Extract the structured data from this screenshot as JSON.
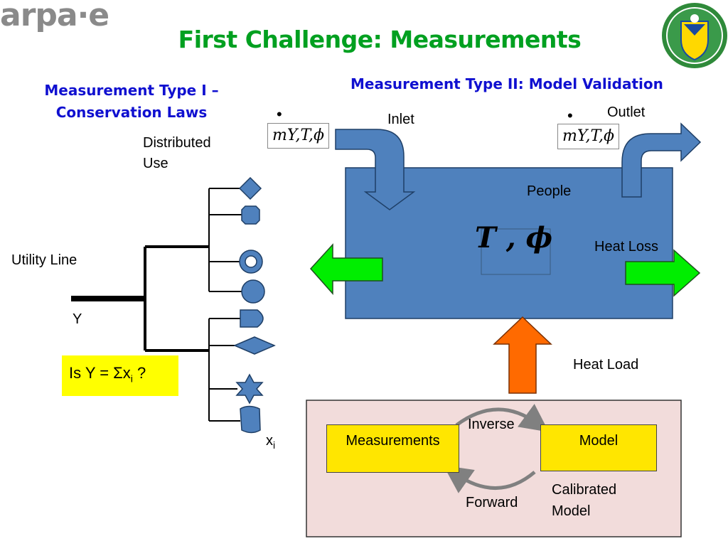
{
  "logo": {
    "text": "arpa·e"
  },
  "title": "First Challenge: Measurements",
  "left": {
    "heading_line1": "Measurement Type I –",
    "heading_line2": "Conservation Laws",
    "distributed_use": [
      "Distributed",
      "Use"
    ],
    "utility_line": "Utility Line",
    "y_label": "Y",
    "question": {
      "prefix": "Is  Y = Σx",
      "subscript": "i",
      "suffix": " ?"
    },
    "xi": {
      "base": "x",
      "subscript": "i"
    }
  },
  "right": {
    "heading": "Measurement Type II: Model Validation",
    "inlet_label": "Inlet",
    "outlet_label": "Outlet",
    "inlet_math": "mY,T,ϕ",
    "outlet_math": "mY,T,ϕ",
    "dot": "•",
    "people": "People",
    "center_math": "T , ϕ",
    "heat_loss": "Heat Loss",
    "heat_load": "Heat Load",
    "measurements": "Measurements",
    "model": "Model",
    "inverse": "Inverse",
    "forward": "Forward",
    "calibrated": [
      "Calibrated",
      "Model"
    ]
  },
  "colors": {
    "title_green": "#00a020",
    "heading_blue": "#1010d0",
    "room_blue": "#4f81bd",
    "arrow_green": "#00ee00",
    "arrow_orange": "#ff6a00",
    "box_yellow": "#ffe600",
    "pink_panel": "#f2dcdb"
  },
  "icons": [
    "arpa-e-logo",
    "doe-seal-icon"
  ]
}
